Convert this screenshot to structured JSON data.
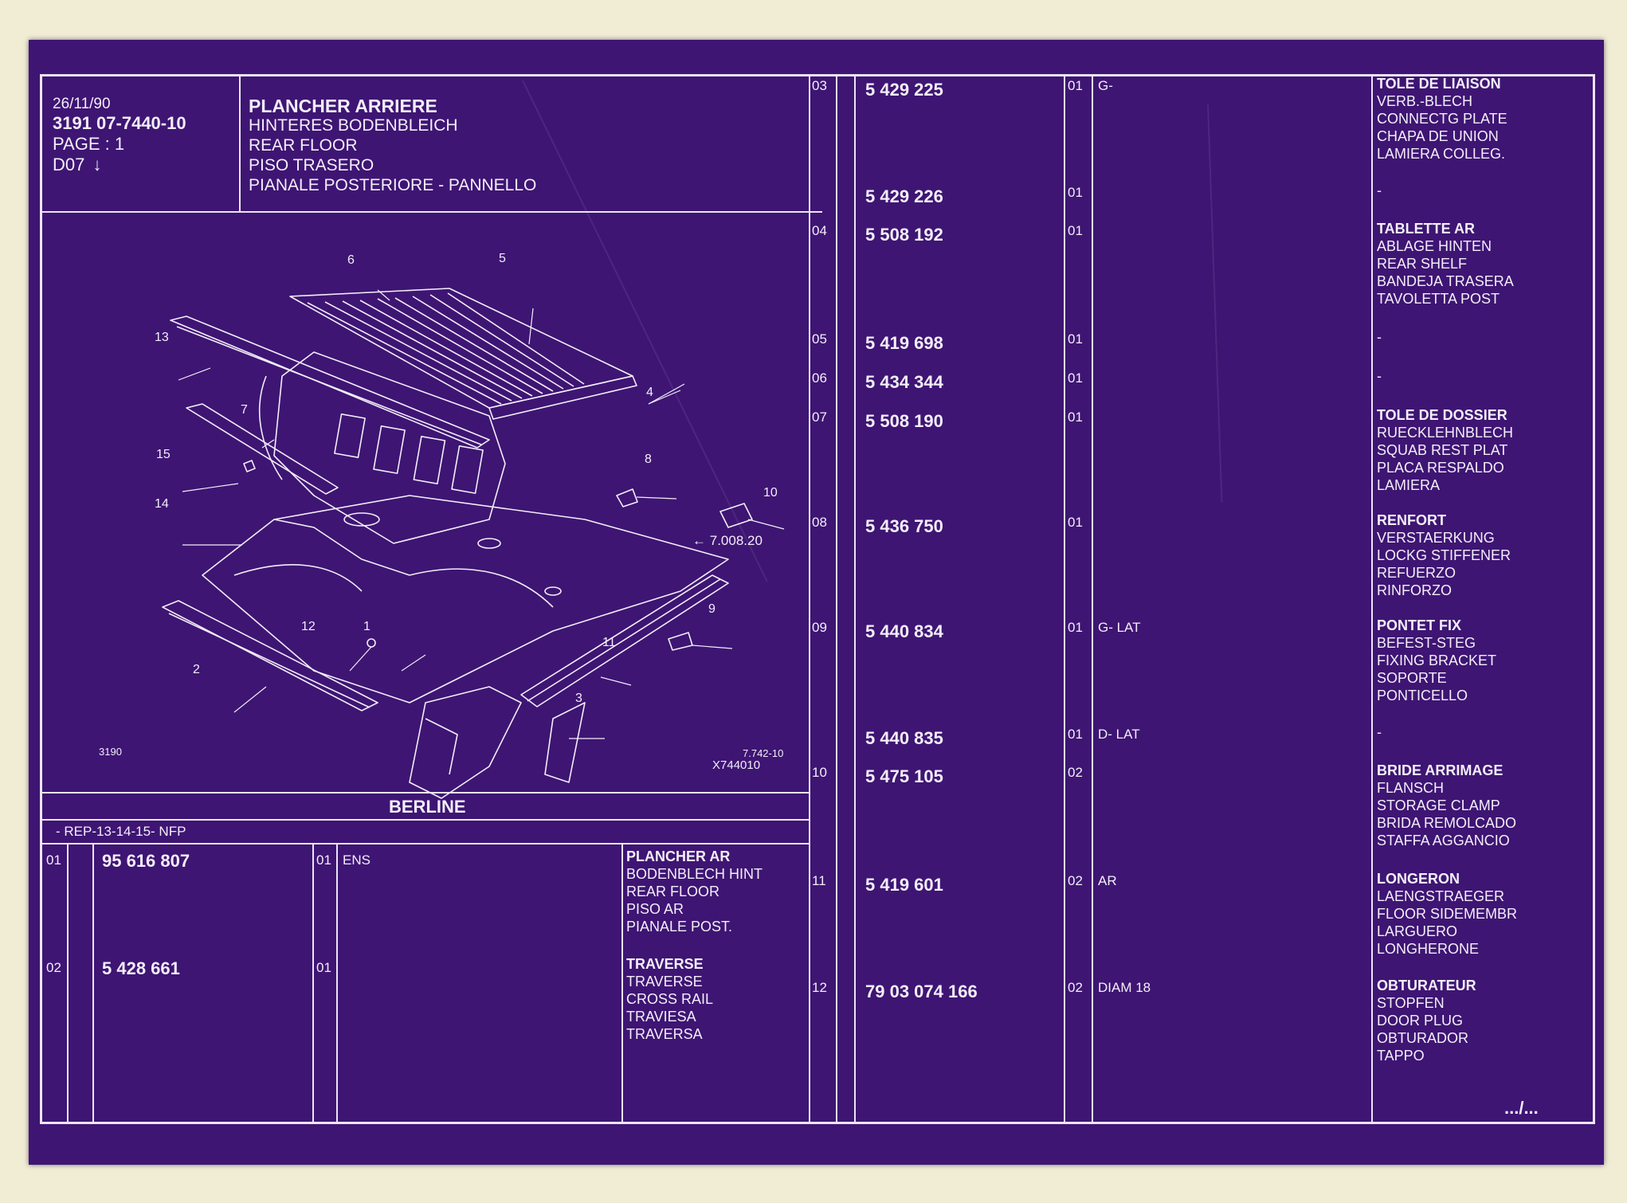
{
  "header": {
    "date": "26/11/90",
    "ref_code": "3191  07-7440-10",
    "page": "PAGE : 1",
    "section": "D07",
    "section_arrow": "↓",
    "title": "PLANCHER ARRIERE",
    "title_translations": [
      "HINTERES BODENBLEICH",
      "REAR FLOOR",
      "PISO TRASERO",
      "PIANALE POSTERIORE - PANNELLO"
    ]
  },
  "drawing": {
    "callouts": [
      "1",
      "2",
      "3",
      "4",
      "5",
      "6",
      "7",
      "8",
      "9",
      "10",
      "11",
      "12",
      "13",
      "14",
      "15",
      "7.008.20"
    ],
    "footer_left": "3190",
    "footer_right_top": "7.742-10",
    "footer_right_bottom": "X744010",
    "arrow_icon": "arrow-left-icon"
  },
  "variant": {
    "label": "BERLINE",
    "note": "- REP-13-14-15- NFP"
  },
  "left_parts": [
    {
      "rep": "01",
      "ref": "95 616 807",
      "qty": "01",
      "remark": "ENS",
      "name": "PLANCHER AR",
      "translations": [
        "BODENBLECH HINT",
        "REAR FLOOR",
        "PISO AR",
        "PIANALE POST."
      ]
    },
    {
      "rep": "02",
      "ref": "5 428 661",
      "qty": "01",
      "remark": "",
      "name": "TRAVERSE",
      "translations": [
        "TRAVERSE",
        "CROSS RAIL",
        "TRAVIESA",
        "TRAVERSA"
      ]
    }
  ],
  "right_parts": [
    {
      "rep": "03",
      "ref": "5 429 225",
      "qty": "01",
      "remark": "G-",
      "name": "TOLE DE LIAISON",
      "translations": [
        "VERB.-BLECH",
        "CONNECTG PLATE",
        "CHAPA DE UNION",
        "LAMIERA COLLEG."
      ]
    },
    {
      "rep": "",
      "ref": "5 429 226",
      "qty": "01",
      "remark": "",
      "name": "",
      "translations": [
        "-"
      ]
    },
    {
      "rep": "04",
      "ref": "5 508 192",
      "qty": "01",
      "remark": "",
      "name": "TABLETTE AR",
      "translations": [
        "ABLAGE HINTEN",
        "REAR SHELF",
        "BANDEJA TRASERA",
        "TAVOLETTA POST"
      ]
    },
    {
      "rep": "05",
      "ref": "5 419 698",
      "qty": "01",
      "remark": "",
      "name": "",
      "translations": [
        "-"
      ]
    },
    {
      "rep": "06",
      "ref": "5 434 344",
      "qty": "01",
      "remark": "",
      "name": "",
      "translations": [
        "-"
      ]
    },
    {
      "rep": "07",
      "ref": "5 508 190",
      "qty": "01",
      "remark": "",
      "name": "TOLE DE DOSSIER",
      "translations": [
        "RUECKLEHNBLECH",
        "SQUAB REST PLAT",
        "PLACA RESPALDO",
        "LAMIERA"
      ]
    },
    {
      "rep": "08",
      "ref": "5 436 750",
      "qty": "01",
      "remark": "",
      "name": "RENFORT",
      "translations": [
        "VERSTAERKUNG",
        "LOCKG STIFFENER",
        "REFUERZO",
        "RINFORZO"
      ]
    },
    {
      "rep": "09",
      "ref": "5 440 834",
      "qty": "01",
      "remark": "G-   LAT",
      "name": "PONTET FIX",
      "translations": [
        "BEFEST-STEG",
        "FIXING BRACKET",
        "SOPORTE",
        "PONTICELLO"
      ]
    },
    {
      "rep": "",
      "ref": "5 440 835",
      "qty": "01",
      "remark": "D-   LAT",
      "name": "",
      "translations": [
        "-"
      ]
    },
    {
      "rep": "10",
      "ref": "5 475 105",
      "qty": "02",
      "remark": "",
      "name": "BRIDE ARRIMAGE",
      "translations": [
        "FLANSCH",
        "STORAGE CLAMP",
        "BRIDA REMOLCADO",
        "STAFFA AGGANCIO"
      ]
    },
    {
      "rep": "11",
      "ref": "5 419 601",
      "qty": "02",
      "remark": "AR",
      "name": "LONGERON",
      "translations": [
        "LAENGSTRAEGER",
        "FLOOR SIDEMEMBR",
        "LARGUERO",
        "LONGHERONE"
      ]
    },
    {
      "rep": "12",
      "ref": "79 03 074 166",
      "qty": "02",
      "remark": "DIAM 18",
      "name": "OBTURATEUR",
      "translations": [
        "STOPFEN",
        "DOOR PLUG",
        "OBTURADOR",
        "TAPPO"
      ]
    }
  ],
  "continuation": ".../..."
}
